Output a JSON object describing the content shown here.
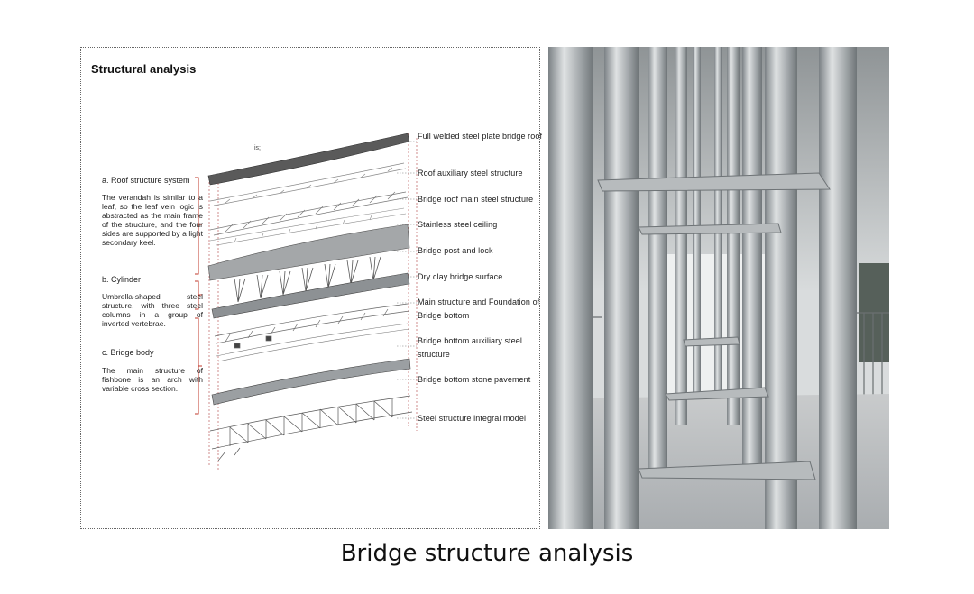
{
  "panel": {
    "title": "Structural analysis",
    "stray_mark": "is;"
  },
  "layer_labels": [
    "Full welded steel plate bridge roof",
    "Roof auxiliary steel structure",
    "Bridge roof main steel structure",
    "Stainless steel ceiling",
    "Bridge post and lock",
    "Dry clay bridge surface",
    "Main structure and Foundation of Bridge bottom",
    "Bridge bottom auxiliary steel structure",
    "Bridge bottom stone pavement",
    "Steel structure integral model"
  ],
  "groups": [
    {
      "title": "a. Roof structure system",
      "description": "The verandah is similar to a leaf, so the leaf vein logic is abstracted as the main frame of the structure, and the four sides are supported by a light secondary keel."
    },
    {
      "title": "b. Cylinder",
      "description": "Umbrella-shaped steel structure, with three steel columns in a group of inverted vertebrae."
    },
    {
      "title": "c. Bridge body",
      "description": "The main structure of fishbone is an arch with variable cross section."
    }
  ],
  "colors": {
    "bracket": "#c0392b",
    "roof_dark": "#555555",
    "steel": "#9aa0a4"
  },
  "caption": "Bridge structure analysis"
}
